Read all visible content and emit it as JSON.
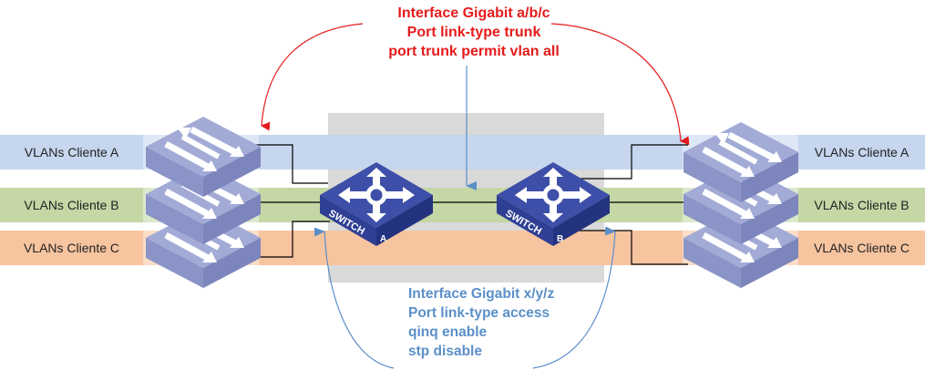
{
  "diagram": {
    "trunk_config": {
      "lines": [
        "Interface Gigabit a/b/c",
        "Port link-type trunk",
        "port trunk permit vlan all"
      ],
      "color": "#e41b1b"
    },
    "access_config": {
      "lines": [
        "Interface Gigabit x/y/z",
        "Port link-type access",
        "qinq enable",
        "stp disable"
      ],
      "color": "#5b8fc8"
    },
    "vlans_left": [
      {
        "label": "VLANs Cliente A",
        "color": "#c5d6ee"
      },
      {
        "label": "VLANs Cliente B",
        "color": "#c4d7a5"
      },
      {
        "label": "VLANs Cliente C",
        "color": "#f7c4a0"
      }
    ],
    "vlans_right": [
      {
        "label": "VLANs Cliente A",
        "color": "#c5d6ee"
      },
      {
        "label": "VLANs Cliente B",
        "color": "#c4d7a5"
      },
      {
        "label": "VLANs Cliente C",
        "color": "#f7c4a0"
      }
    ],
    "switches": [
      {
        "name": "SWITCH",
        "id": "A"
      },
      {
        "name": "SWITCH",
        "id": "B"
      }
    ],
    "core_band_color": "#d9d9d9",
    "switch_color": "#3d4fa8",
    "access_switch_color": "#9aa3cf"
  }
}
